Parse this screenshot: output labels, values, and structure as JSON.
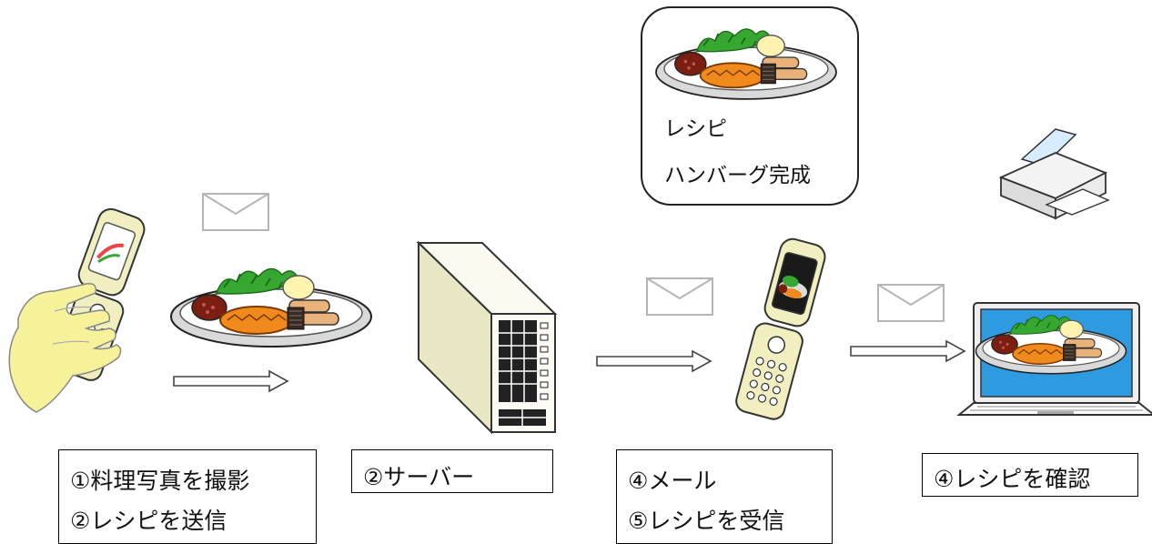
{
  "steps": [
    {
      "lines": [
        "①料理写真を撮影",
        "②レシピを送信"
      ]
    },
    {
      "lines": [
        "②サーバー"
      ]
    },
    {
      "lines": [
        "④メール",
        "⑤レシピを受信"
      ]
    },
    {
      "lines": [
        "④レシピを確認"
      ]
    }
  ],
  "callout": {
    "title": "レシピ",
    "dish": "ハンバーグ完成"
  },
  "icons": {
    "hand_phone": "hand-holding-flip-phone-icon",
    "dish": "hamburg-steak-plate-icon",
    "envelope": "envelope-icon",
    "server": "server-tower-icon",
    "phone": "flip-phone-icon",
    "printer": "printer-icon",
    "laptop": "laptop-icon",
    "arrow": "right-arrow-icon"
  },
  "colors": {
    "hand": "#f6f29a",
    "phone_body": "#f1efc0",
    "plate_rim": "#dcdcdc",
    "salad": "#36a832",
    "steak": "#f08a1c",
    "sausage": "#e8b27a",
    "meatball": "#7a1f12",
    "screen_blue": "#2e9be0"
  }
}
